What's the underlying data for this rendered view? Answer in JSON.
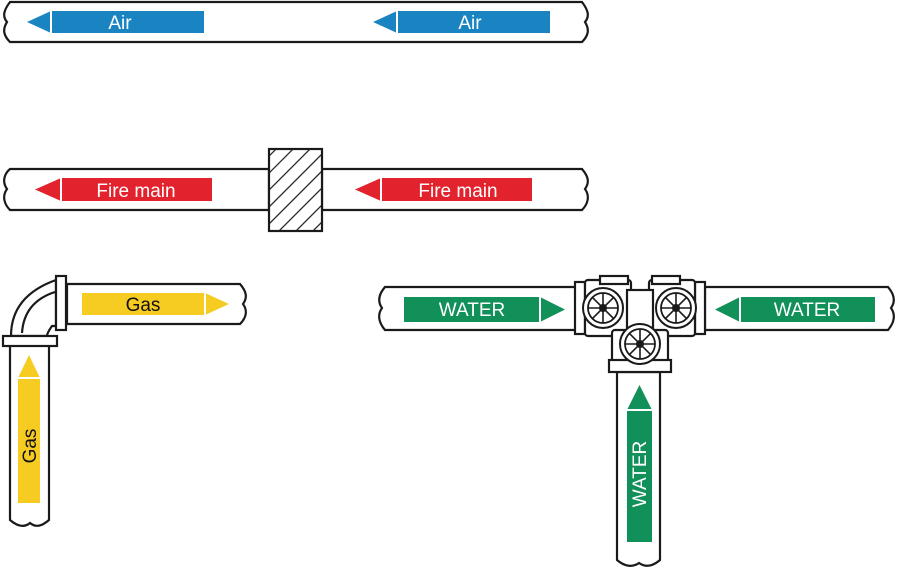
{
  "colors": {
    "air": "#1a84c3",
    "fire_main": "#e2222c",
    "gas": "#f6cb22",
    "water": "#12905a",
    "outline": "#1a1a1a"
  },
  "air_pipe": {
    "marker_left": "Air",
    "marker_right": "Air"
  },
  "fire_main_pipe": {
    "marker_left": "Fire main",
    "marker_right": "Fire main",
    "wall_icon": "hatched-wall-icon"
  },
  "gas_pipe": {
    "marker_horizontal": "Gas",
    "marker_vertical": "Gas",
    "elbow_icon": "elbow-fitting-icon"
  },
  "water_pipe": {
    "marker_left": "WATER",
    "marker_right": "WATER",
    "marker_down": "WATER",
    "valve_icon": "handwheel-valve-icon"
  }
}
